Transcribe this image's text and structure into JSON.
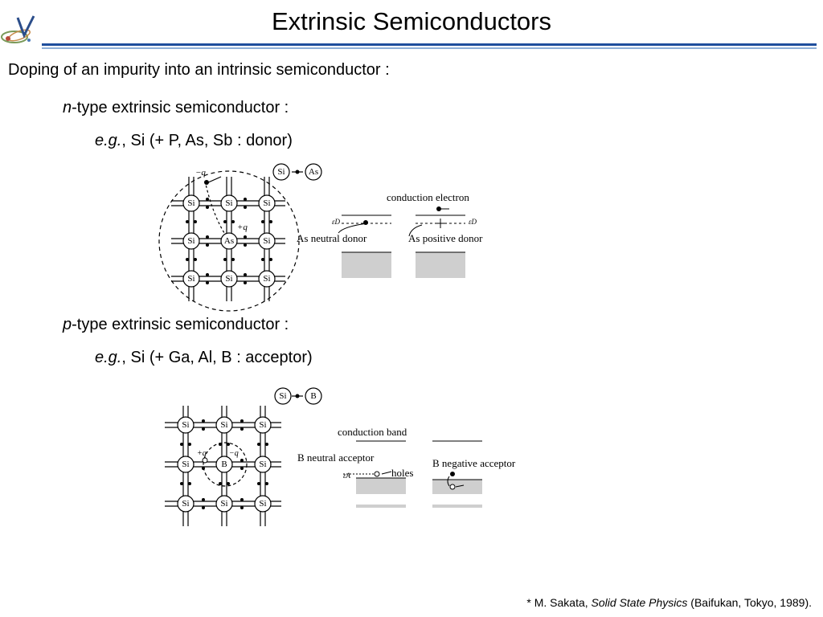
{
  "slide": {
    "title": "Extrinsic Semiconductors"
  },
  "intro": "Doping of an impurity into an intrinsic semiconductor :",
  "n_type": {
    "italic": "n",
    "heading": "-type extrinsic semiconductor :",
    "eg": "e.g.",
    "example": ", Si (+ P, As, Sb : donor)",
    "figure": {
      "atom_si": "Si",
      "atom_as": "As",
      "minus_q": "−q",
      "plus_q": "+q",
      "label_conduction_electron": "conduction electron",
      "label_neutral": "As neutral donor",
      "label_positive": "As positive donor",
      "level": "εD"
    }
  },
  "p_type": {
    "italic": "p",
    "heading": "-type extrinsic semiconductor :",
    "eg": "e.g.",
    "example": ", Si (+ Ga, Al, B : acceptor)",
    "figure": {
      "atom_si": "Si",
      "atom_b": "B",
      "minus_q": "−q",
      "plus_q": "+q",
      "label_conduction_band": "conduction band",
      "label_neutral": "B neutral acceptor",
      "label_negative": "B negative acceptor",
      "label_holes": "holes",
      "level": "εA"
    }
  },
  "reference": {
    "prefix": "* M. Sakata, ",
    "book": "Solid State Physics",
    "suffix": " (Baifukan, Tokyo, 1989)."
  }
}
